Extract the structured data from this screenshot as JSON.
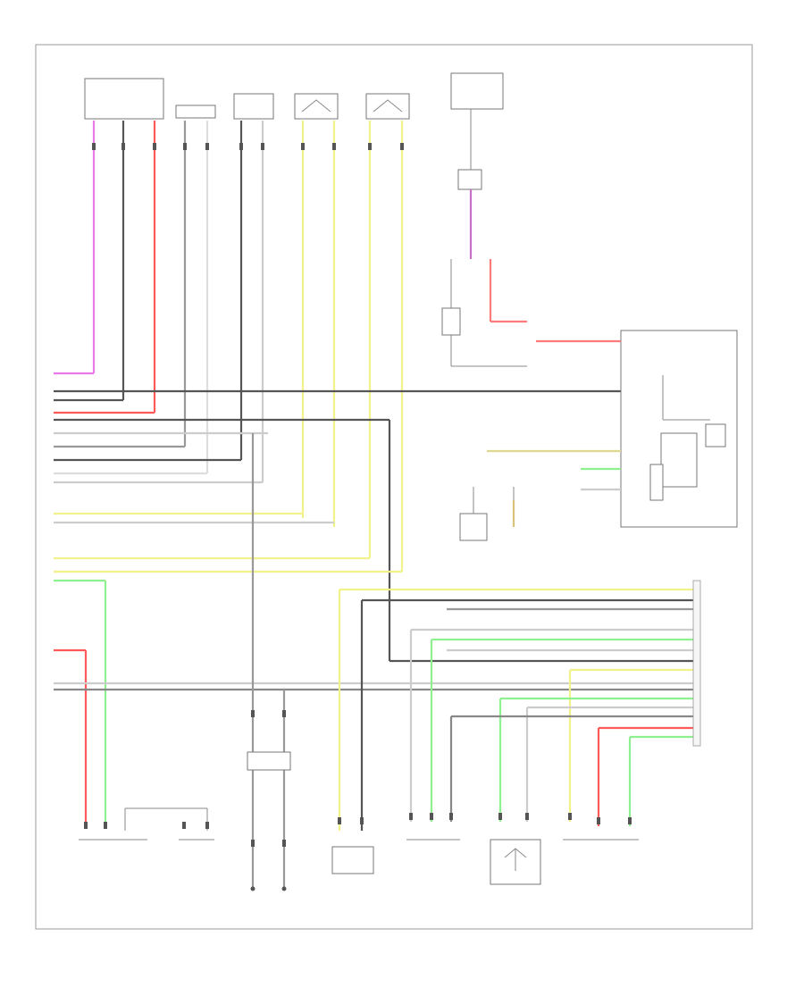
{
  "diagram": {
    "page_ref": "",
    "components": [
      {
        "id": "c_top1",
        "label": ""
      },
      {
        "id": "c_top2",
        "label": ""
      },
      {
        "id": "c_top3",
        "label": ""
      },
      {
        "id": "c_top4",
        "label": ""
      },
      {
        "id": "c_top5",
        "label": ""
      },
      {
        "id": "c_top6",
        "label": ""
      },
      {
        "id": "c_ctrl",
        "label": ""
      },
      {
        "id": "c_right_module",
        "label": ""
      },
      {
        "id": "c_bot1",
        "label": ""
      },
      {
        "id": "c_bot2",
        "label": ""
      },
      {
        "id": "c_bot3",
        "label": ""
      },
      {
        "id": "c_bot4",
        "label": ""
      },
      {
        "id": "c_bot5",
        "label": ""
      },
      {
        "id": "c_bot6",
        "label": ""
      },
      {
        "id": "c_bot7",
        "label": ""
      }
    ],
    "colors": {
      "pink": "#e87be8",
      "red": "#ff5a5a",
      "black": "#555555",
      "gray": "#aaaaaa",
      "yellow": "#f2f28a",
      "green": "#8ff08f",
      "lightgray": "#cccccc",
      "tan": "#d9c27a",
      "salmon": "#ff7a7a"
    }
  }
}
